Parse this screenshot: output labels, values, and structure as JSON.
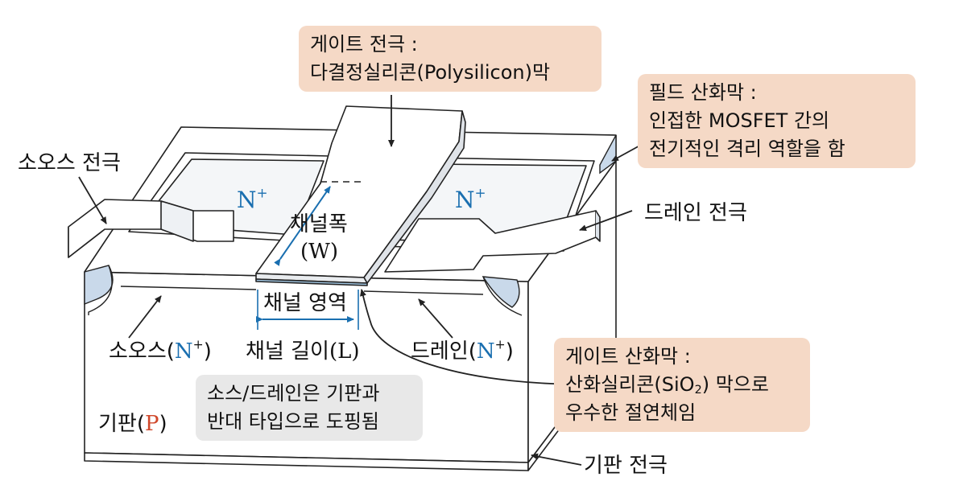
{
  "gate_electrode_box": {
    "line1": "게이트 전극 :",
    "line2": "다결정실리콘(Polysilicon)막"
  },
  "field_oxide_box": {
    "line1": "필드 산화막 :",
    "line2": "인접한 MOSFET 간의",
    "line3": "전기적인 격리 역할을 함"
  },
  "gate_oxide_box": {
    "line1": "게이트 산화막 :",
    "line2_pre": "산화실리콘(SiO",
    "line2_sub": "2",
    "line2_post": ") 막으로",
    "line3": "우수한 절연체임"
  },
  "doping_note": {
    "line1": "소스/드레인은 기판과",
    "line2": "반대 타입으로 도핑됨"
  },
  "labels": {
    "source_electrode": "소오스 전극",
    "drain_electrode": "드레인 전극",
    "n_plus_left": "N",
    "n_plus_right": "N",
    "plus": "+",
    "channel_width": "채널폭",
    "channel_width_symbol": "(W)",
    "channel_region": "채널 영역",
    "source_region_text": "소오스(",
    "source_region_n": "N",
    "source_region_close": ")",
    "channel_length_text": "채널 길이",
    "channel_length_symbol": "(L)",
    "drain_region_text": "드레인(",
    "drain_region_n": "N",
    "drain_region_close": ")",
    "substrate_text": "기판(",
    "substrate_p": "P",
    "substrate_close": ")",
    "substrate_electrode": "기판 전극"
  },
  "colors": {
    "callout_box": "#f5d9c6",
    "note_box": "#e8e8e8",
    "n_plus": "#1a6fb0",
    "p_type": "#d0482b",
    "field_oxide": "#c9d9ea",
    "outline": "#222222",
    "dimension_arrow": "#1a6fb0"
  }
}
